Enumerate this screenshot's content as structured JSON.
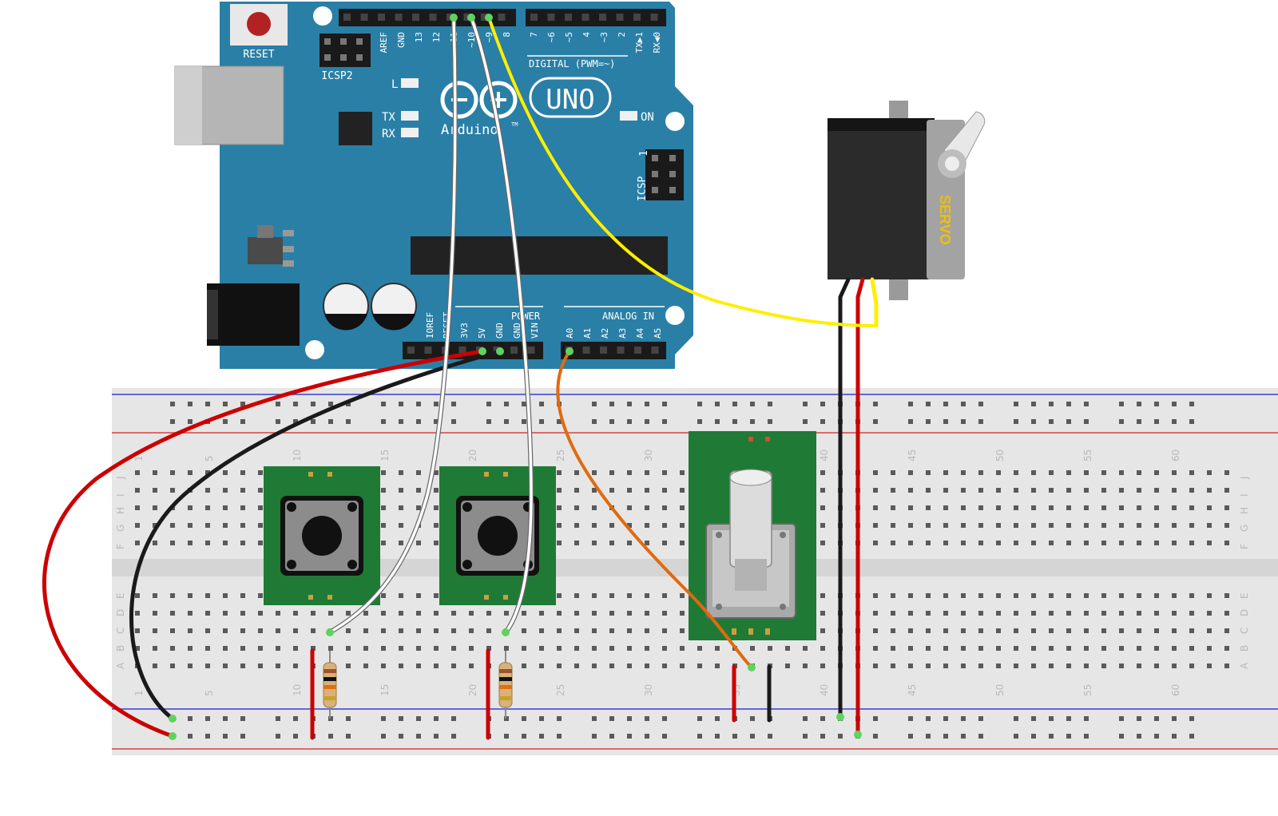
{
  "board": {
    "reset_label": "RESET",
    "icsp2_label": "ICSP2",
    "icsp_label": "ICSP",
    "icsp_pin1": "1",
    "led_l_label": "L",
    "tx_label": "TX",
    "rx_label": "RX",
    "on_label": "ON",
    "uno_label": "UNO",
    "brand_label": "Arduino",
    "tm_label": "TM",
    "digital_label": "DIGITAL (PWM=~)",
    "power_label": "POWER",
    "analog_label": "ANALOG IN",
    "digital_pins": [
      "AREF",
      "GND",
      "13",
      "12",
      "~11",
      "~10",
      "~9",
      "8",
      "7",
      "~6",
      "~5",
      "4",
      "~3",
      "2",
      "TX▶1",
      "RX◀0"
    ],
    "power_pins": [
      "IOREF",
      "RESET",
      "3V3",
      "5V",
      "GND",
      "GND",
      "VIN"
    ],
    "analog_pins": [
      "A0",
      "A1",
      "A2",
      "A3",
      "A4",
      "A5"
    ]
  },
  "servo": {
    "label": "SERVO"
  },
  "breadboard": {
    "columns_top": [
      "1",
      "5",
      "10",
      "15",
      "20",
      "25",
      "30",
      "35",
      "40",
      "45",
      "50",
      "55",
      "60"
    ],
    "rows_upper": [
      "J",
      "I",
      "H",
      "G",
      "F"
    ],
    "rows_lower": [
      "E",
      "D",
      "C",
      "B",
      "A"
    ]
  },
  "colors": {
    "board": "#2a7fa6",
    "breadboard": "#e6e6e6",
    "wire_red": "#cc0000",
    "wire_black": "#1a1a1a",
    "wire_white": "#ffffff",
    "wire_yellow": "#ffee00",
    "wire_orange": "#e06a10",
    "pcb_green": "#1f7a35"
  }
}
